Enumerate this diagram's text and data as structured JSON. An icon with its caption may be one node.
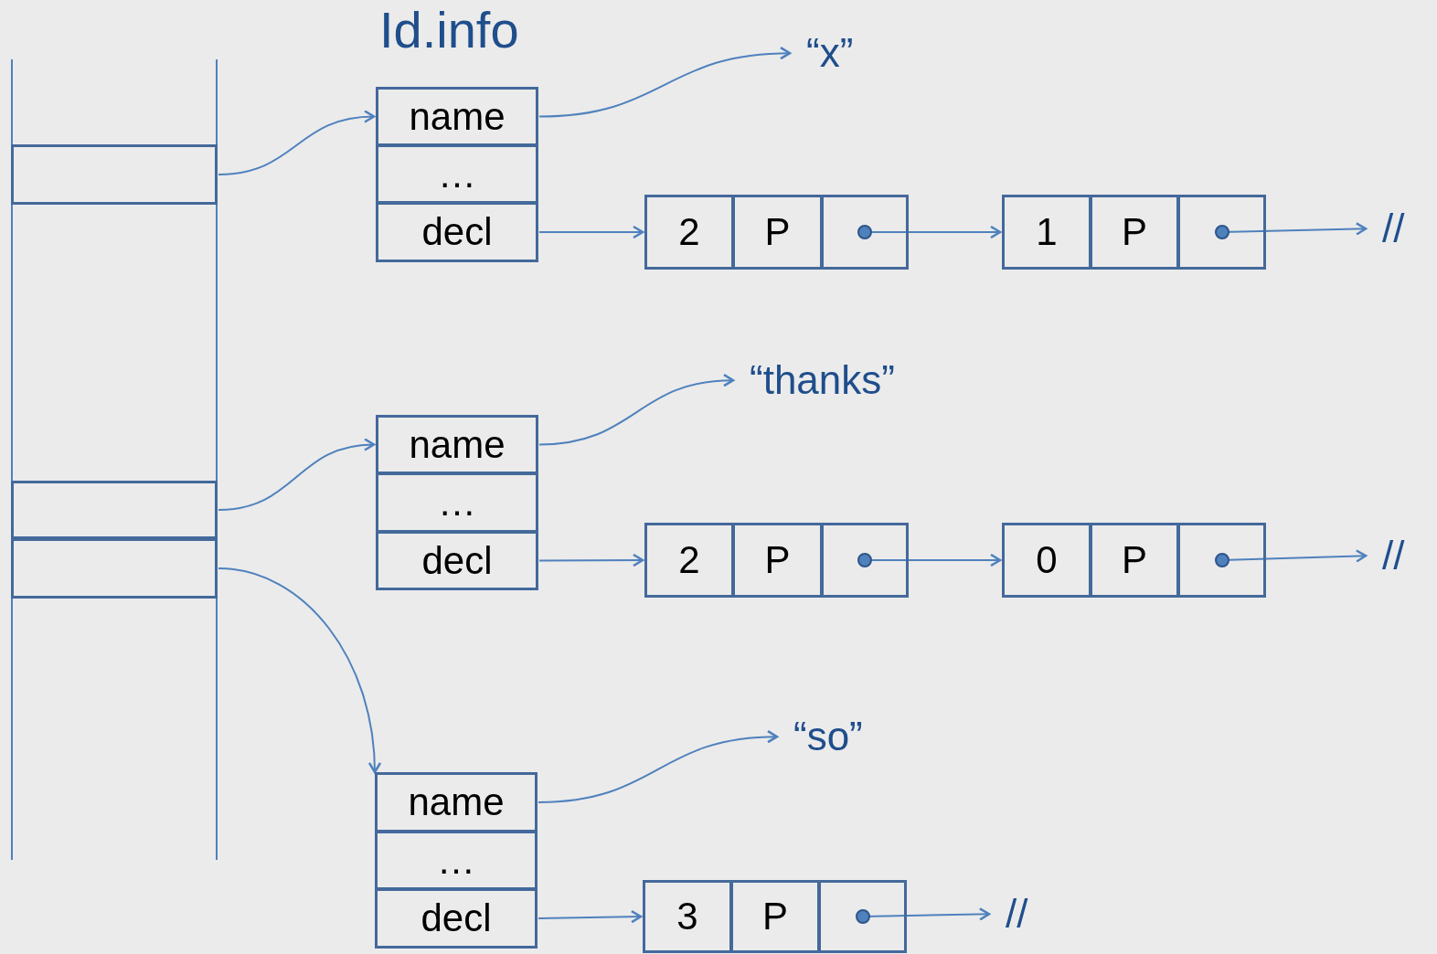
{
  "diagram": {
    "title": "Id.info",
    "nodes": [
      {
        "text": [],
        "shape": "box"
      },
      {
        "text": [],
        "shape": "box",
        "in": 0
      },
      {
        "text": [],
        "shape": "box",
        "in": 0
      },
      {
        "text": [],
        "shape": "box",
        "in": 0
      },
      {
        "text": [
          "name"
        ]
      },
      {
        "text": [
          "…"
        ]
      },
      {
        "text": [
          "decl"
        ]
      },
      {
        "text": [
          "“x”"
        ]
      },
      {
        "text": [
          "2"
        ]
      },
      {
        "text": [
          "P"
        ]
      },
      {
        "text": [],
        "shape": "box"
      },
      {
        "text": [
          "1"
        ]
      },
      {
        "text": [
          "P"
        ]
      },
      {
        "text": [],
        "shape": "box"
      },
      {
        "text": [
          "//"
        ]
      },
      {
        "text": [
          "name"
        ]
      },
      {
        "text": [
          "…"
        ]
      },
      {
        "text": [
          "decl"
        ]
      },
      {
        "text": [
          "“thanks”"
        ]
      },
      {
        "text": [
          "2"
        ]
      },
      {
        "text": [
          "P"
        ]
      },
      {
        "text": [],
        "shape": "box"
      },
      {
        "text": [
          "0"
        ]
      },
      {
        "text": [
          "P"
        ]
      },
      {
        "text": [],
        "shape": "box"
      },
      {
        "text": [
          "//"
        ]
      },
      {
        "text": [
          "name"
        ]
      },
      {
        "text": [
          "…"
        ]
      },
      {
        "text": [
          "decl"
        ]
      },
      {
        "text": [
          "“so”"
        ]
      },
      {
        "text": [
          "3"
        ]
      },
      {
        "text": [
          "P"
        ]
      },
      {
        "text": [],
        "shape": "box"
      },
      {
        "text": [
          "//"
        ]
      }
    ],
    "edges": [
      {
        "from": 1,
        "to": 4,
        "arrow": "to"
      },
      {
        "from": 4,
        "to": 7,
        "arrow": "to"
      },
      {
        "from": 6,
        "to": 8,
        "arrow": "to"
      },
      {
        "from": 10,
        "to": 11,
        "arrow": "to"
      },
      {
        "from": 13,
        "to": 14,
        "arrow": "to"
      },
      {
        "from": 2,
        "to": 15,
        "arrow": "to"
      },
      {
        "from": 15,
        "to": 18,
        "arrow": "to"
      },
      {
        "from": 17,
        "to": 19,
        "arrow": "to"
      },
      {
        "from": 21,
        "to": 22,
        "arrow": "to"
      },
      {
        "from": 24,
        "to": 25,
        "arrow": "to"
      },
      {
        "from": 3,
        "to": 26,
        "arrow": "to"
      },
      {
        "from": 26,
        "to": 29,
        "arrow": "to"
      },
      {
        "from": 28,
        "to": 30,
        "arrow": "to"
      },
      {
        "from": 32,
        "to": 33,
        "arrow": "to"
      }
    ]
  }
}
